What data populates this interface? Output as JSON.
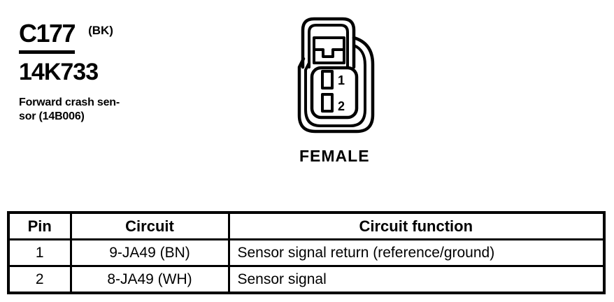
{
  "header": {
    "connector_id": "C177",
    "connector_color_code": "(BK)",
    "part_number": "14K733",
    "description_line1": "Forward crash sen-",
    "description_line2": "sor (14B006)"
  },
  "connector": {
    "gender_label": "FEMALE",
    "cavity_labels": [
      "1",
      "2"
    ]
  },
  "pinout_table": {
    "headers": [
      "Pin",
      "Circuit",
      "Circuit function"
    ],
    "rows": [
      {
        "pin": "1",
        "circuit": "9-JA49 (BN)",
        "circuit_function": "Sensor signal return (reference/ground)"
      },
      {
        "pin": "2",
        "circuit": "8-JA49 (WH)",
        "circuit_function": "Sensor signal"
      }
    ]
  },
  "colors": {
    "ink": "#000000",
    "paper": "#ffffff"
  }
}
